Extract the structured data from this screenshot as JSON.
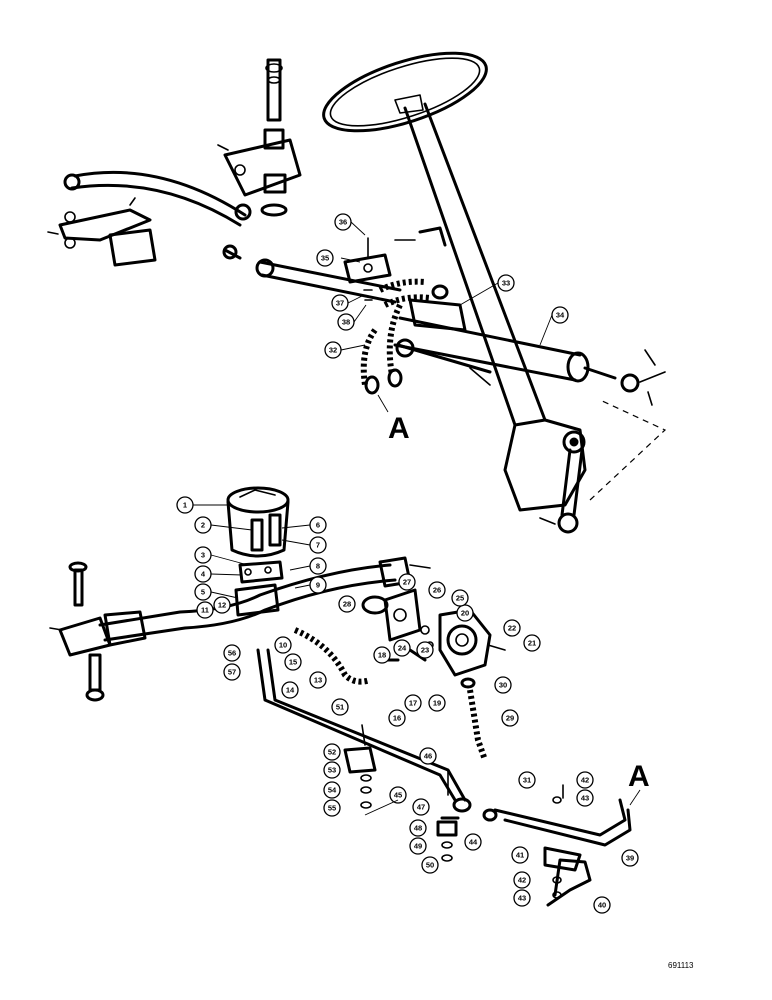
{
  "section_marks": {
    "top": "A",
    "bottom": "A"
  },
  "reference_code": "691113",
  "callouts": [
    "1",
    "2",
    "3",
    "4",
    "5",
    "6",
    "7",
    "8",
    "9",
    "10",
    "11",
    "12",
    "13",
    "14",
    "15",
    "16",
    "17",
    "18",
    "19",
    "20",
    "21",
    "22",
    "23",
    "24",
    "25",
    "26",
    "27",
    "28",
    "29",
    "30",
    "31",
    "32",
    "33",
    "34",
    "35",
    "36",
    "37",
    "38",
    "39",
    "40",
    "41",
    "42",
    "43",
    "44",
    "45",
    "46",
    "47",
    "48",
    "49",
    "50",
    "51",
    "52",
    "53",
    "54",
    "55",
    "56",
    "57"
  ]
}
